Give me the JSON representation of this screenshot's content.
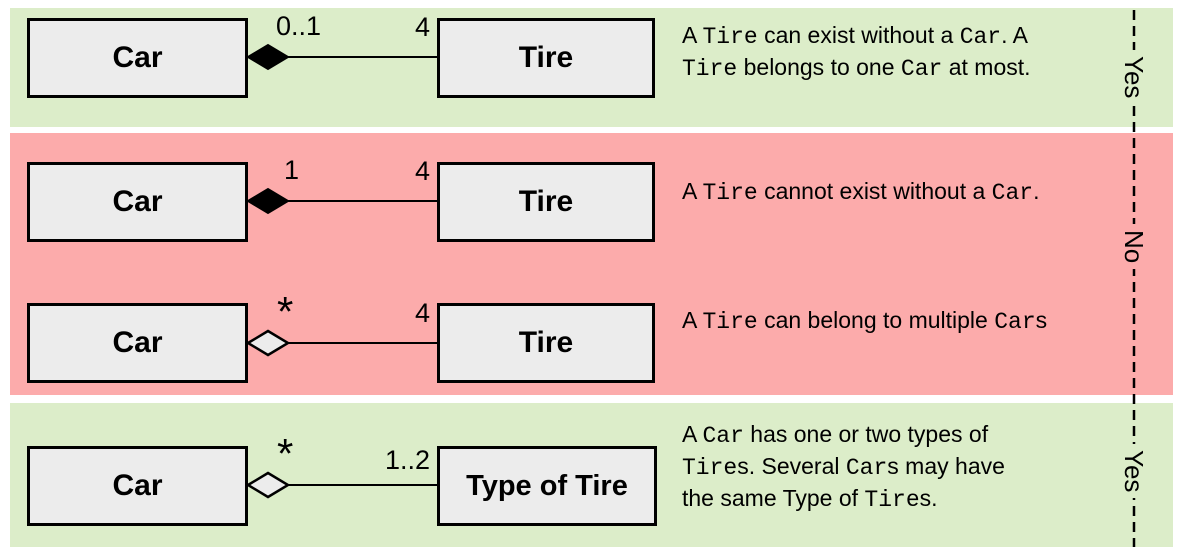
{
  "colors": {
    "band-green": "#dcedc9",
    "band-pink": "#fcabab",
    "box-fill": "#ececec",
    "line-color": "#000000"
  },
  "rows": [
    {
      "left_class": "Car",
      "right_class": "Tire",
      "diamond_icon": "filled-composition-diamond",
      "left_mult": "0..1",
      "right_mult": "4",
      "description": "A `Tire` can exist without a `Car`. A\n`Tire` belongs to one `Car` at most."
    },
    {
      "left_class": "Car",
      "right_class": "Tire",
      "diamond_icon": "filled-composition-diamond",
      "left_mult": "1",
      "right_mult": "4",
      "description": "A `Tire` cannot exist without a `Car`."
    },
    {
      "left_class": "Car",
      "right_class": "Tire",
      "diamond_icon": "hollow-aggregation-diamond",
      "left_mult": "*",
      "right_mult": "4",
      "description": "A `Tire` can belong to multiple `Car`s"
    },
    {
      "left_class": "Car",
      "right_class": "Type of Tire",
      "diamond_icon": "hollow-aggregation-diamond",
      "left_mult": "*",
      "right_mult": "1..2",
      "description": "A `Car` has one or two types of\n`Tire`s. Several `Car`s may have\nthe same Type of `Tire`s."
    }
  ],
  "verdicts": [
    {
      "label": "Yes"
    },
    {
      "label": "No"
    },
    {
      "label": "Yes"
    }
  ]
}
